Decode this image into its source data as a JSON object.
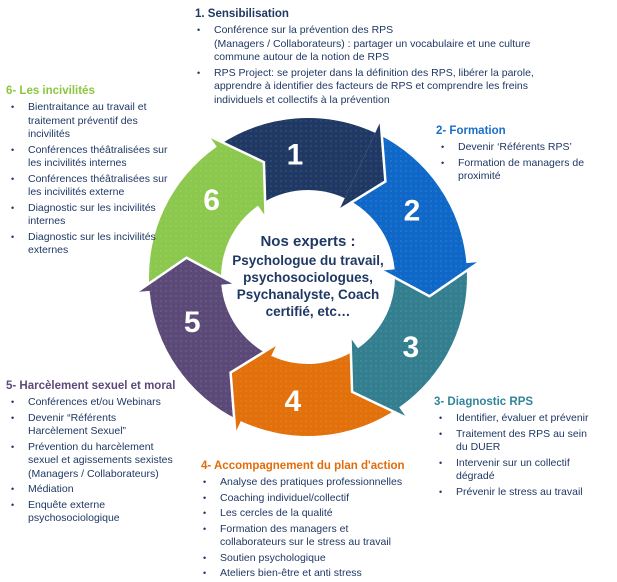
{
  "ui": {
    "bullet_char": "•"
  },
  "text_color": "#1F3864",
  "center_text": {
    "heading": "Nos experts :",
    "body": "Psychologue du travail, psychosociologues, Psychanalyste, Coach certifié, etc…"
  },
  "diagram": {
    "number_color": "#FFFFFF",
    "outline_color": "#FFFFFF",
    "segments": [
      {
        "number": "1",
        "label": "Sensibilisation",
        "color": "#1F3864"
      },
      {
        "number": "2",
        "label": "Formation",
        "color": "#0F68C8"
      },
      {
        "number": "3",
        "label": "Diagnostic RPS",
        "color": "#337F90"
      },
      {
        "number": "4",
        "label": "Accompagnement du plan d'action",
        "color": "#E2700B"
      },
      {
        "number": "5",
        "label": "Harcèlement sexuel et moral",
        "color": "#5B4A78"
      },
      {
        "number": "6",
        "label": "Les incivilités",
        "color": "#8CC84D"
      }
    ]
  },
  "sections": [
    {
      "heading": "1. Sensibilisation",
      "heading_color": "#1F3864",
      "bullets": [
        [
          "Conférence sur la prévention des RPS",
          "(Managers / Collaborateurs) : partager un vocabulaire et une culture",
          "commune autour de la notion de RPS"
        ],
        [
          "RPS Project: se projeter dans la définition des RPS, libérer la parole,",
          "apprendre à identifier des facteurs de RPS et comprendre les freins",
          "individuels et collectifs à la prévention"
        ]
      ]
    },
    {
      "heading": "2- Formation",
      "heading_color": "#1B6EC8",
      "bullets": [
        "Devenir  ‘Référents RPS’",
        [
          "Formation de managers de",
          "proximité"
        ]
      ]
    },
    {
      "heading": "3- Diagnostic RPS",
      "heading_color": "#31859B",
      "bullets": [
        "Identifier, évaluer et prévenir",
        [
          "Traitement des RPS au sein",
          "du DUER"
        ],
        [
          "Intervenir sur un collectif",
          "dégradé"
        ],
        "Prévenir le stress au travail"
      ]
    },
    {
      "heading": "4- Accompagnement du plan d'action",
      "heading_color": "#E36C0A",
      "bullets": [
        "Analyse des pratiques professionnelles",
        "Coaching individuel/collectif",
        "Les cercles de la qualité",
        [
          "Formation des managers et",
          "collaborateurs sur le stress au travail"
        ],
        "Soutien psychologique",
        "Ateliers bien-être et anti stress"
      ]
    },
    {
      "heading": "5- Harcèlement sexuel et moral",
      "heading_color": "#5F497A",
      "bullets": [
        "Conférences et/ou Webinars",
        [
          "Devenir “Référents",
          "Harcèlement Sexuel”"
        ],
        [
          "Prévention du harcèlement",
          "sexuel et agissements sexistes",
          "(Managers / Collaborateurs)"
        ],
        "Médiation",
        [
          "Enquête externe",
          "psychosociologique"
        ]
      ]
    },
    {
      "heading": "6- Les incivilités",
      "heading_color": "#8CC63F",
      "bullets": [
        [
          "Bientraitance au travail et",
          "traitement préventif des",
          "incivilités"
        ],
        [
          "Conférences théâtralisées sur",
          "les incivilités internes"
        ],
        [
          "Conférences théâtralisées sur",
          "les incivilités externe"
        ],
        [
          "Diagnostic sur les incivilités",
          "internes"
        ],
        [
          "Diagnostic sur les incivilités",
          "externes"
        ]
      ]
    }
  ]
}
